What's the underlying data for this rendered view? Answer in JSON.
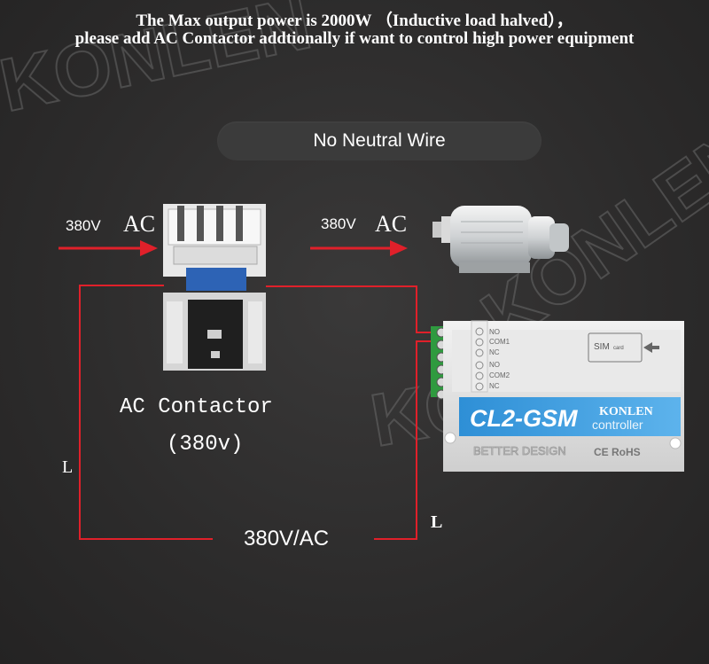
{
  "header": {
    "line1": "The Max output power is 2000W （Inductive load halved），",
    "line2": "please add AC Contactor addtionally if want to control high power equipment"
  },
  "banner": {
    "text": "No Neutral Wire"
  },
  "wiring": {
    "input_voltage": "380V",
    "input_unit": "AC",
    "output_voltage": "380V",
    "output_unit": "AC",
    "loop_label": "380V/AC",
    "line_left": "L",
    "line_right": "L",
    "wire_color": "#e0202a"
  },
  "contactor": {
    "name": "AC Contactor",
    "rating": "(380v)"
  },
  "device": {
    "model": "CL2-GSM",
    "brand": "KONLEN",
    "type": "controller",
    "sim_label": "SIM",
    "sim_sub": "card",
    "slogan": "BETTER DESIGN",
    "marks": "CE RoHS",
    "terminals": [
      "NO",
      "COM1",
      "NC",
      "NO",
      "COM2",
      "NC"
    ]
  },
  "watermark": {
    "brand": "KONLEN"
  }
}
